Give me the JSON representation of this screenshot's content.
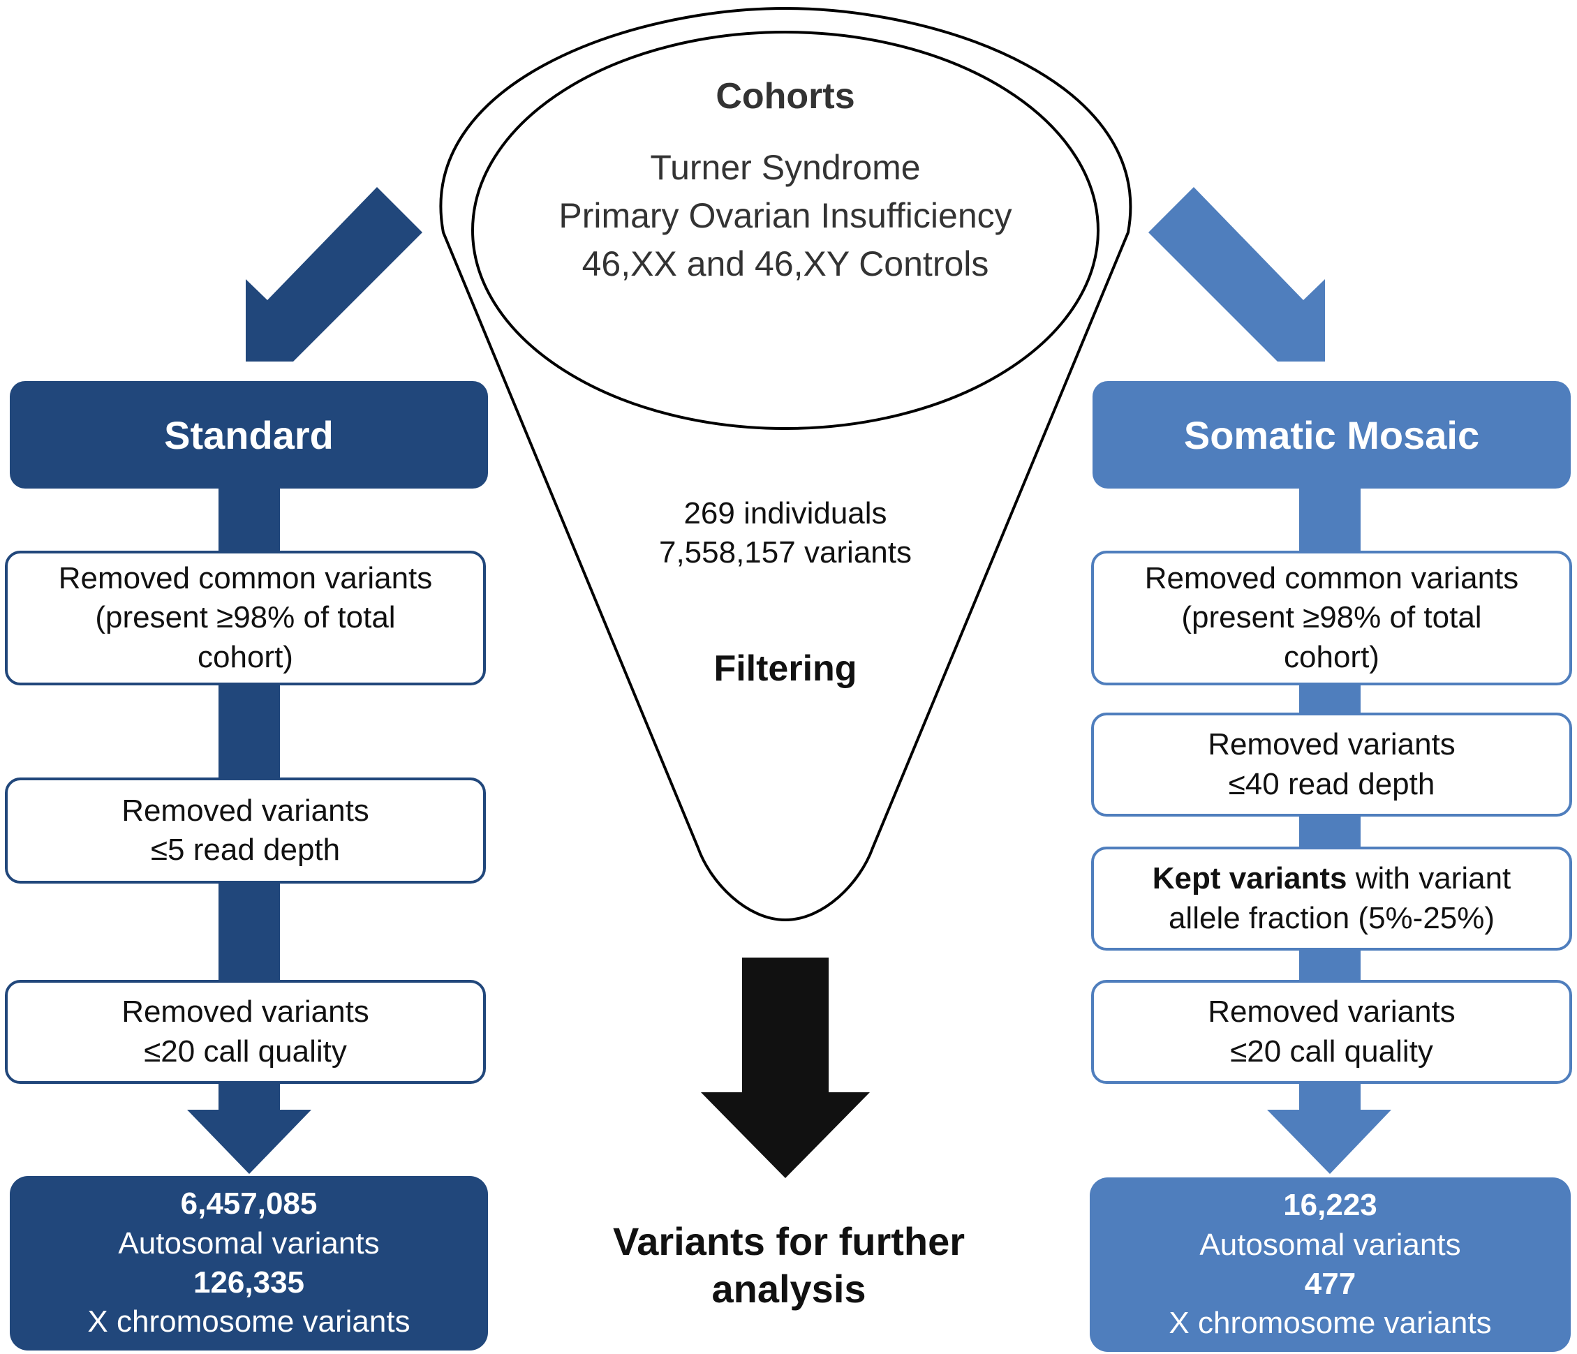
{
  "colors": {
    "standard": "#21477b",
    "mosaic": "#4f7ebd",
    "arrow_center": "#111111"
  },
  "funnel": {
    "title": "Cohorts",
    "cohort_lines": [
      "Turner Syndrome",
      "Primary Ovarian Insufficiency",
      "46,XX and 46,XY Controls"
    ],
    "individuals": "269 individuals",
    "variants": "7,558,157 variants",
    "filtering_label": "Filtering"
  },
  "output_label": {
    "line1": "Variants for further",
    "line2": "analysis"
  },
  "standard": {
    "title": "Standard",
    "steps": [
      {
        "lines": [
          "Removed common variants",
          "(present ≥98% of total",
          "cohort)"
        ]
      },
      {
        "lines": [
          "Removed variants",
          "≤5  read depth"
        ]
      },
      {
        "lines": [
          "Removed variants",
          "≤20  call quality"
        ]
      }
    ],
    "result": {
      "autosomal_count": "6,457,085",
      "autosomal_label": "Autosomal variants",
      "x_count": "126,335",
      "x_label": "X chromosome variants"
    }
  },
  "mosaic": {
    "title": "Somatic Mosaic",
    "steps": [
      {
        "lines": [
          "Removed common variants",
          "(present ≥98% of total",
          "cohort)"
        ]
      },
      {
        "lines": [
          "Removed variants",
          "≤40  read depth"
        ]
      },
      {
        "bold": "Kept variants",
        "rest": " with variant",
        "line2": "allele fraction (5%-25%)"
      },
      {
        "lines": [
          "Removed variants",
          "≤20  call quality"
        ]
      }
    ],
    "result": {
      "autosomal_count": "16,223",
      "autosomal_label": "Autosomal variants",
      "x_count": "477",
      "x_label": "X chromosome variants"
    }
  }
}
